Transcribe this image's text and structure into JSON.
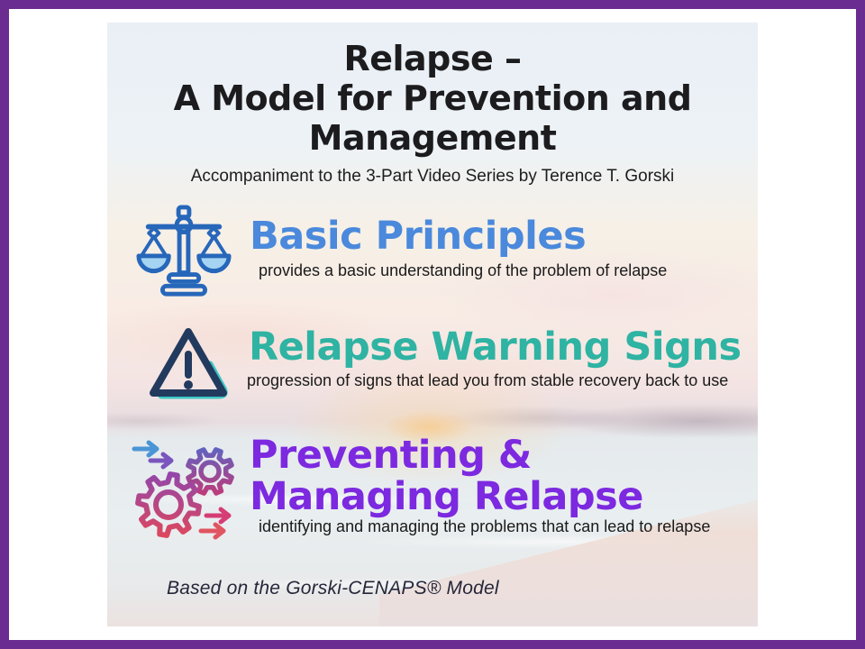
{
  "infographic": {
    "title_lines": [
      "Relapse –",
      "A Model for Prevention and",
      "Management"
    ],
    "subtitle": "Accompaniment to the 3-Part Video Series by Terence T. Gorski",
    "footer": "Based on the Gorski-CENAPS® Model",
    "sections": [
      {
        "heading": "Basic Principles",
        "description": "provides a basic understanding of the problem of relapse",
        "heading_color": "#4a89dc",
        "icon": "scales-of-justice-icon"
      },
      {
        "heading": "Relapse Warning Signs",
        "description": "progression of signs that lead you from stable recovery back to use",
        "heading_color": "#2fb3a3",
        "icon": "warning-triangle-icon"
      },
      {
        "heading": "Preventing & Managing Relapse",
        "description": "identifying and managing the problems that can lead to relapse",
        "heading_color": "#7c29e0",
        "icon": "gears-process-icon"
      }
    ],
    "colors": {
      "frame_border": "#6b2c91",
      "title_text": "#1c1c1e",
      "body_text": "#1a1a1a",
      "scales_icon_stroke": "#2767ba",
      "scales_icon_fill": "#a5d4f2",
      "triangle_icon_stroke": "#223a5e",
      "triangle_icon_accent": "#3cc7c3",
      "gears_blue": "#4a95d6",
      "gears_purple": "#7a55bd",
      "gears_pink": "#d63d74",
      "gears_red": "#e05560"
    }
  }
}
